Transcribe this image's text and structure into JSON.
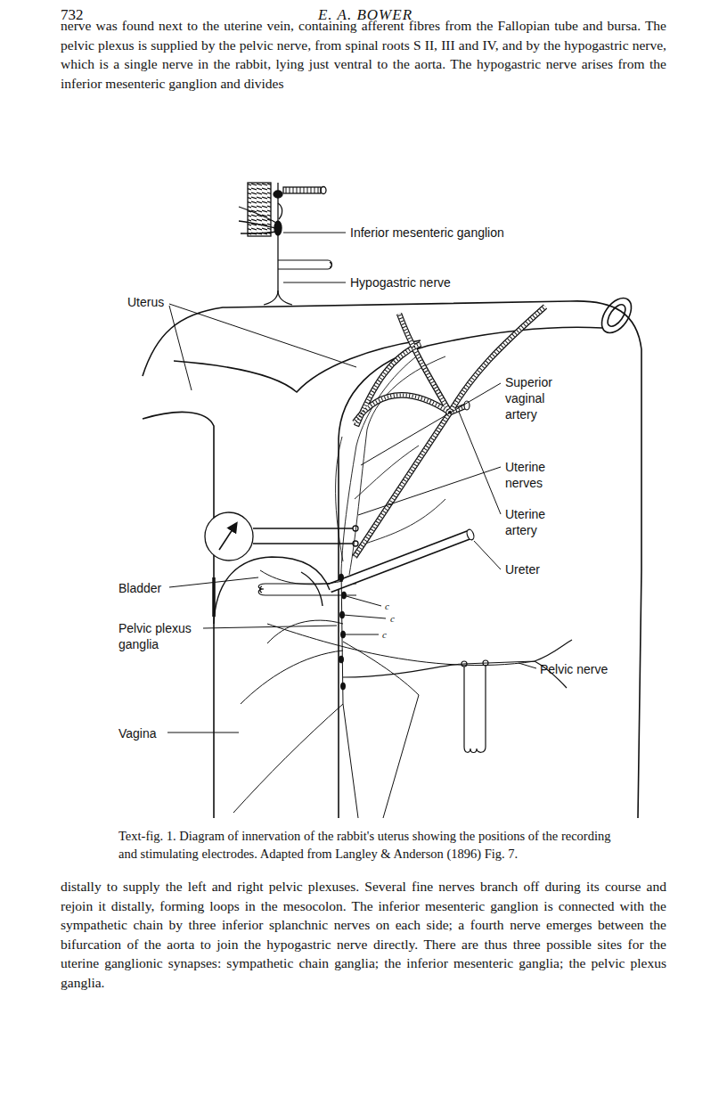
{
  "diagram": {
    "caption": "Text-fig. 1. Diagram of innervation of the rabbit's uterus showing the positions of the recording and stimulating electrodes. Adapted from Langley & Anderson (1896) Fig. 7.",
    "labels": [
      "732",
      "E. A. BOWER",
      "nerve was found next to the uterine vein, containing afferent fibres from the Fallopian tube and bursa. The pelvic plexus is supplied by the pelvic nerve, from spinal roots S II, III and IV, and by the hypogastric nerve, which is a single nerve in the rabbit, lying just ventral to the aorta. The hypogastric nerve arises from the inferior mesenteric ganglion and divides",
      "Inferior mesenteric ganglion",
      "Hypogastric nerve",
      "Uterus",
      "Superior vaginal artery",
      "Uterine nerves",
      "Uterine artery",
      "Ureter",
      "Bladder",
      "Pelvic plexus ganglia",
      "Pelvic nerve",
      "Vagina",
      "c",
      "c",
      "c",
      "distally to supply the left and right pelvic plexuses. Several fine nerves branch off during its course and rejoin it distally, forming loops in the mesocolon. The inferior mesenteric ganglion is connected with the sympathetic chain by three inferior splanchnic nerves on each side; a fourth nerve emerges between the bifurcation of the aorta to join the hypogastric nerve directly. There are thus three possible sites for the uterine ganglionic synapses: sympathetic chain ganglia; the inferior mesenteric ganglia; the pelvic plexus ganglia."
    ]
  }
}
